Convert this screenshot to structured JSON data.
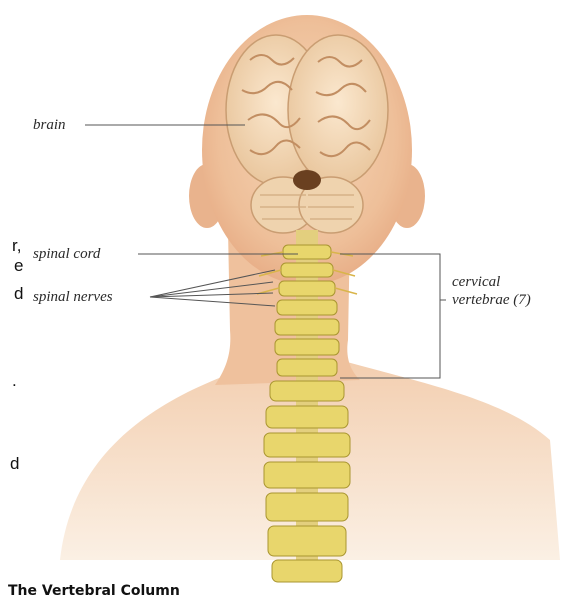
{
  "labels": {
    "brain": "brain",
    "spinal_cord": "spinal cord",
    "spinal_nerves": "spinal nerves",
    "cervical_line1": "cervical",
    "cervical_line2": "vertebrae (7)"
  },
  "caption": "The Vertebral Column",
  "edge_text": [
    "r,",
    "e",
    "d",
    ".",
    "d"
  ]
}
